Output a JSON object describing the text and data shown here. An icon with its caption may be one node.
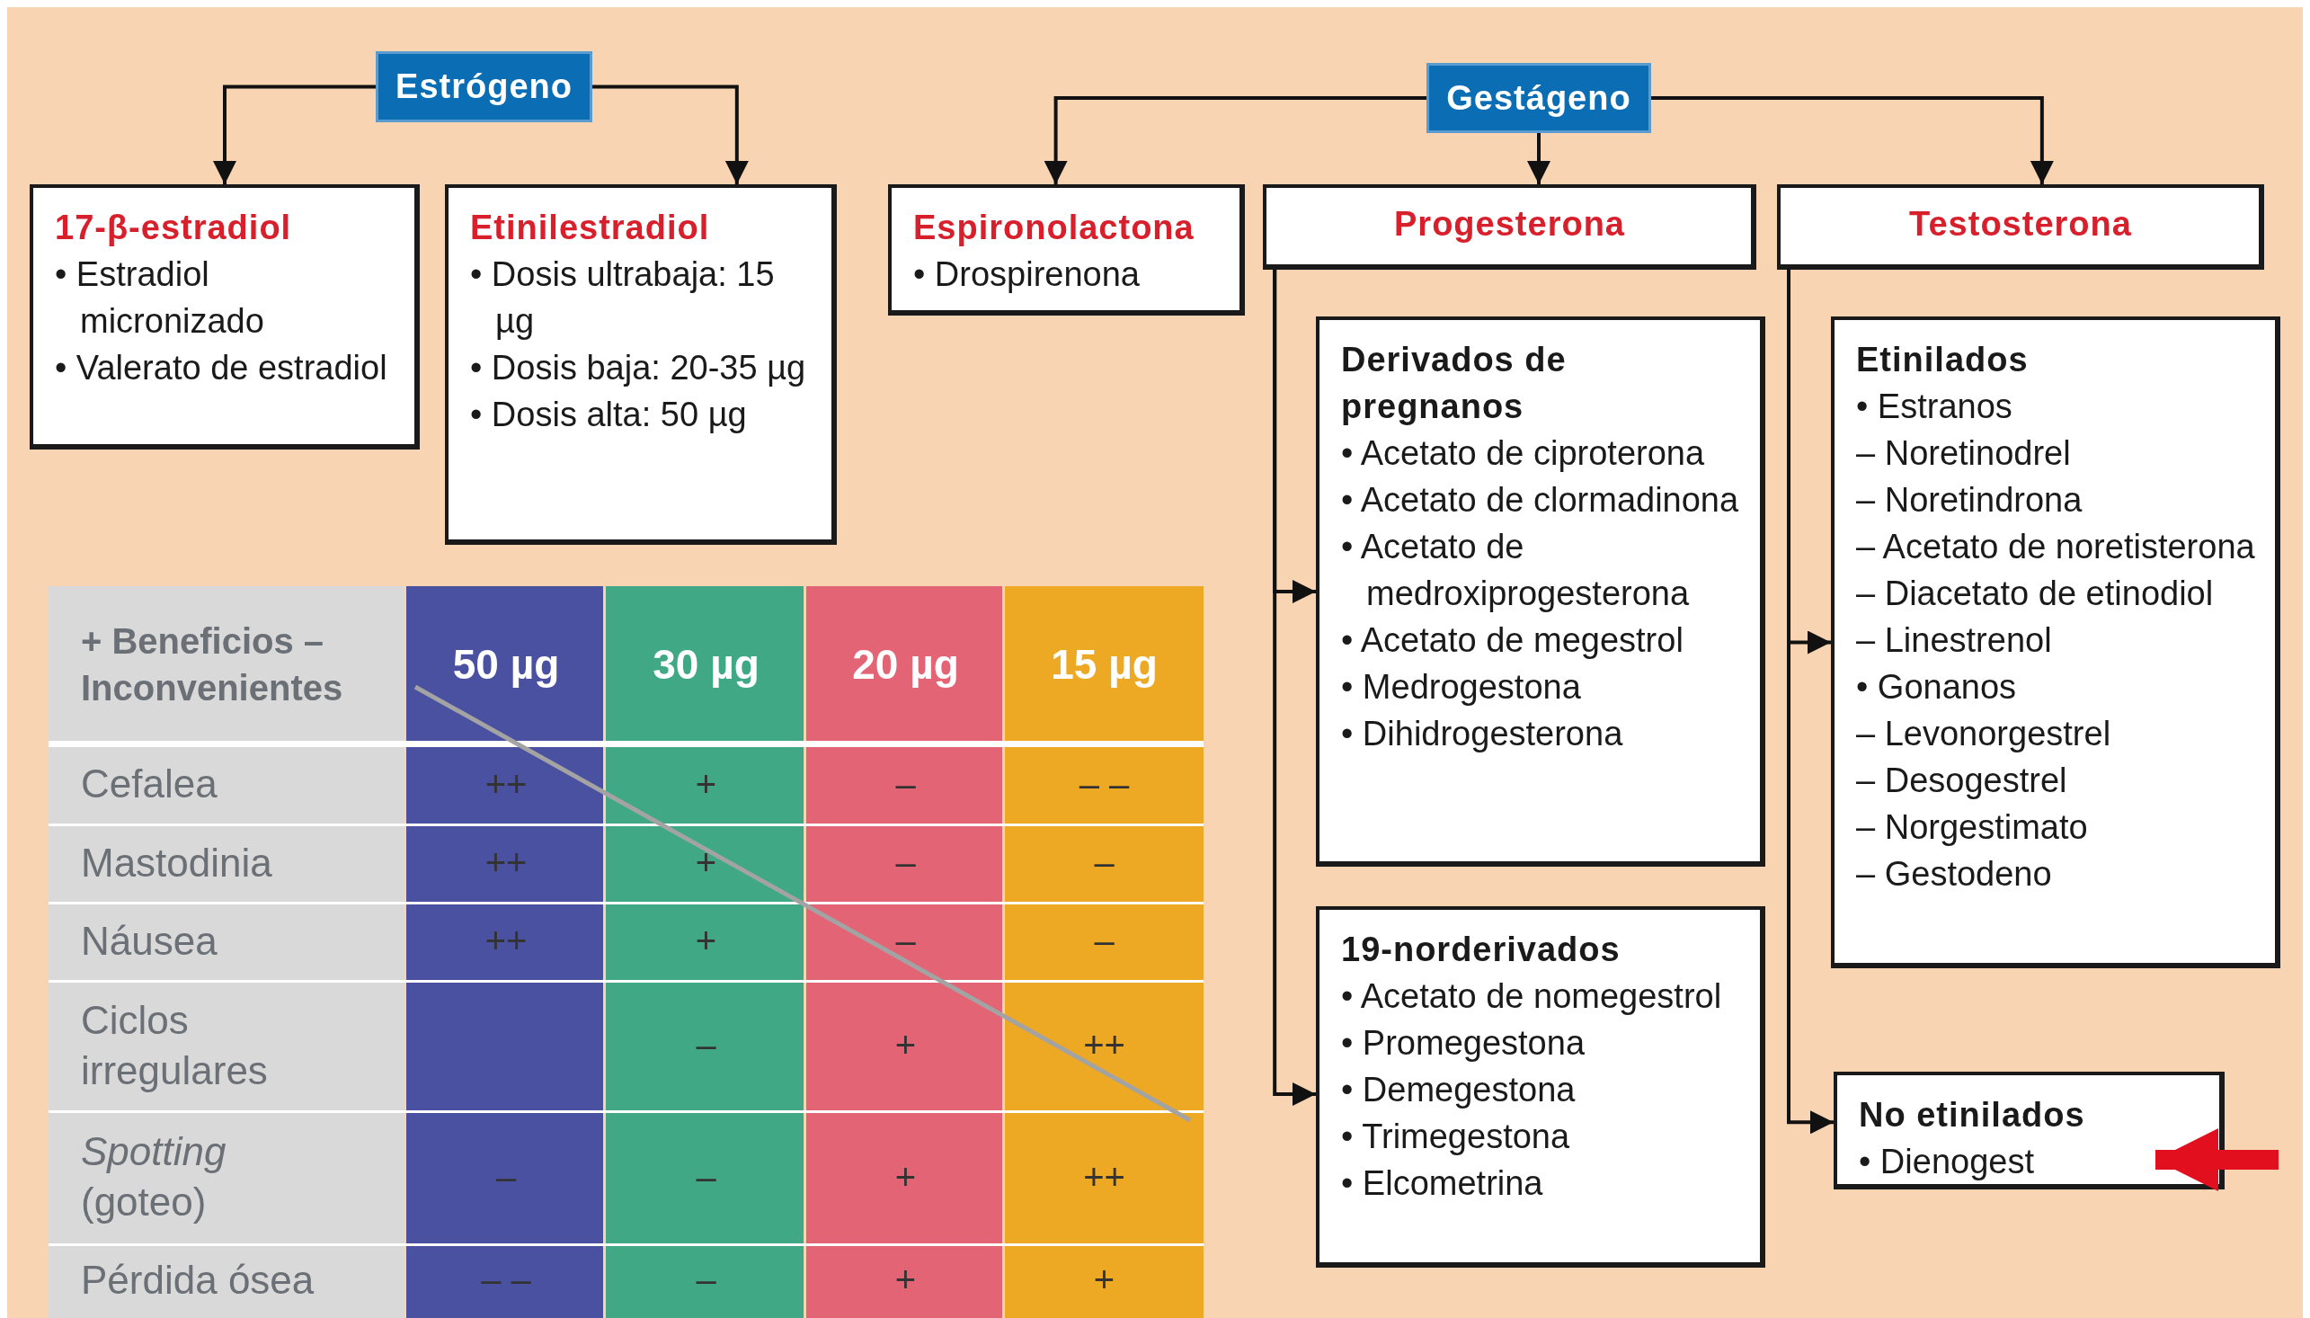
{
  "diagram": {
    "nodes": [
      {
        "text": [
          "Estrógeno"
        ]
      },
      {
        "text": [
          "17-β-estradiol",
          "• Estradiol micronizado",
          "• Valerato de estradiol"
        ]
      },
      {
        "text": [
          "Etinilestradiol",
          "• Dosis ultrabaja: 15 µg",
          "• Dosis baja: 20-35 µg",
          "• Dosis alta: 50 µg"
        ]
      },
      {
        "text": [
          "Gestágeno"
        ]
      },
      {
        "text": [
          "Espironolactona",
          "• Drospirenona"
        ]
      },
      {
        "text": [
          "Progesterona"
        ]
      },
      {
        "text": [
          "Testosterona"
        ]
      },
      {
        "text": [
          "Derivados de pregnanos",
          "• Acetato de ciproterona",
          "• Acetato de clormadinona",
          "• Acetato de medroxiprogesterona",
          "• Acetato de megestrol",
          "• Medrogestona",
          "• Dihidrogesterona"
        ]
      },
      {
        "text": [
          "19-norderivados",
          "• Acetato de nomegestrol",
          "• Promegestona",
          "• Demegestona",
          "• Trimegestona",
          "• Elcometrina"
        ]
      },
      {
        "text": [
          "Etinilados",
          "• Estranos",
          "– Noretinodrel",
          "– Noretindrona",
          "– Acetato de noretisterona",
          "– Diacetato de etinodiol",
          "– Linestrenol",
          "• Gonanos",
          "– Levonorgestrel",
          "– Desogestrel",
          "– Norgestimato",
          "– Gestodeno"
        ]
      },
      {
        "text": [
          "No etinilados",
          "• Dienogest"
        ]
      }
    ],
    "edges": [
      {
        "from": 0,
        "to": 1,
        "arrow": "to"
      },
      {
        "from": 0,
        "to": 2,
        "arrow": "to"
      },
      {
        "from": 3,
        "to": 4,
        "arrow": "to"
      },
      {
        "from": 3,
        "to": 5,
        "arrow": "to"
      },
      {
        "from": 3,
        "to": 6,
        "arrow": "to"
      },
      {
        "from": 5,
        "to": 7,
        "arrow": "to"
      },
      {
        "from": 5,
        "to": 8,
        "arrow": "to"
      },
      {
        "from": 6,
        "to": 9,
        "arrow": "to"
      },
      {
        "from": 6,
        "to": 10,
        "arrow": "to"
      },
      {
        "from": null,
        "to": 10,
        "arrow": "to",
        "style": "thick",
        "color": "#e2101f"
      }
    ],
    "labels": [
      "+ Beneficios – Inconvenientes",
      "50 µg",
      "30 µg",
      "20 µg",
      "15 µg",
      "Cefalea",
      "++",
      "+",
      "–",
      "– –",
      "Mastodinia",
      "++",
      "+",
      "–",
      "–",
      "Náusea",
      "++",
      "+",
      "–",
      "–",
      "Ciclos irregulares",
      "–",
      "+",
      "++",
      "*Spotting* (goteo)",
      "–",
      "–",
      "+",
      "++",
      "Pérdida ósea",
      "– –",
      "–",
      "+",
      "+"
    ]
  }
}
